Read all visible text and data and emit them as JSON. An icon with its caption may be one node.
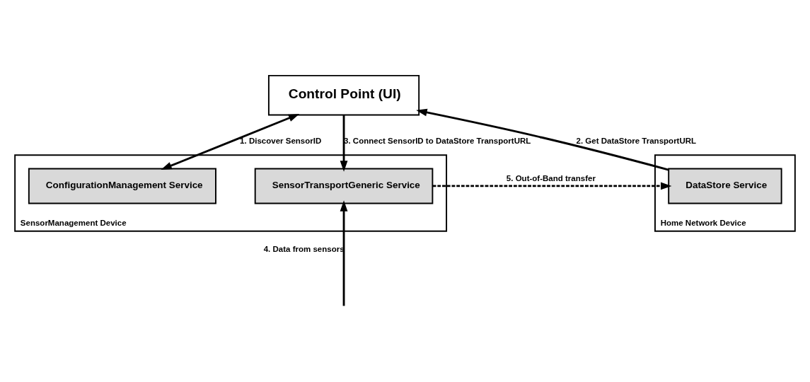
{
  "diagram": {
    "nodes": [
      {
        "text": [
          "Control Point (UI)"
        ]
      },
      {
        "text": [
          "SensorManagement Device"
        ]
      },
      {
        "text": [
          "ConfigurationManagement Service"
        ],
        "in": 1
      },
      {
        "text": [
          "SensorTransportGeneric Service"
        ],
        "in": 1
      },
      {
        "text": [
          "Home Network Device"
        ]
      },
      {
        "text": [
          "DataStore Service"
        ],
        "in": 4
      }
    ],
    "edges": [
      {
        "from": 0,
        "to": 2,
        "arrow": "both",
        "label": "1. Discover SensorID"
      },
      {
        "from": 5,
        "to": 0,
        "arrow": "to",
        "label": "2. Get DataStore TransportURL"
      },
      {
        "from": 0,
        "to": 3,
        "arrow": "to",
        "label": "3. Connect SensorID to DataStore TransportURL"
      },
      {
        "from": null,
        "to": 3,
        "arrow": "to",
        "label": "4. Data from sensors"
      },
      {
        "from": 3,
        "to": 5,
        "arrow": "to",
        "label": "5. Out-of-Band transfer",
        "style": "dashed"
      }
    ]
  }
}
